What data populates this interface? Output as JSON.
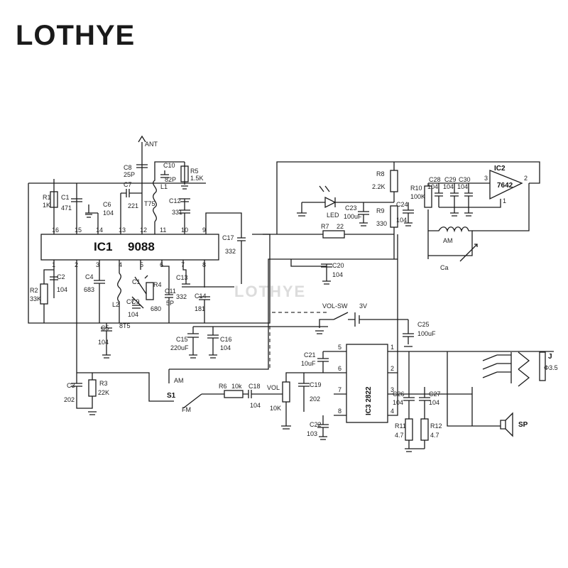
{
  "brand": "LOTHYE",
  "watermark": "LOTHYE",
  "ic1": {
    "name": "IC1",
    "part": "9088",
    "pins": [
      "16",
      "15",
      "14",
      "13",
      "12",
      "11",
      "10",
      "9",
      "1",
      "2",
      "3",
      "4",
      "5",
      "6",
      "7",
      "8"
    ]
  },
  "ic2": {
    "name": "IC2",
    "part": "7642",
    "pins": [
      "3",
      "2",
      "1"
    ]
  },
  "ic3": {
    "name": "IC3 2822",
    "pins": [
      "5",
      "6",
      "7",
      "8",
      "1",
      "2",
      "3",
      "4"
    ]
  },
  "antenna": "ANT",
  "resistors": [
    {
      "ref": "R1",
      "val": "1K"
    },
    {
      "ref": "R2",
      "val": "33K"
    },
    {
      "ref": "R3",
      "val": "22K"
    },
    {
      "ref": "R4",
      "val": "680"
    },
    {
      "ref": "R5",
      "val": "1.5K"
    },
    {
      "ref": "R6",
      "val": "10k"
    },
    {
      "ref": "R7",
      "val": "22"
    },
    {
      "ref": "R8",
      "val": "2.2K"
    },
    {
      "ref": "R9",
      "val": "330"
    },
    {
      "ref": "R10",
      "val": "100K"
    },
    {
      "ref": "R11",
      "val": "4.7"
    },
    {
      "ref": "R12",
      "val": "4.7"
    }
  ],
  "capacitors": [
    {
      "ref": "C1",
      "val": "471"
    },
    {
      "ref": "C2",
      "val": "104"
    },
    {
      "ref": "C3",
      "val": "202"
    },
    {
      "ref": "C4",
      "val": "683"
    },
    {
      "ref": "C5",
      "val": "104"
    },
    {
      "ref": "C6",
      "val": "104"
    },
    {
      "ref": "C7",
      "val": "221"
    },
    {
      "ref": "C8",
      "val": "25P"
    },
    {
      "ref": "C9",
      "val": "104"
    },
    {
      "ref": "C10",
      "val": "82P"
    },
    {
      "ref": "C11",
      "val": "5P"
    },
    {
      "ref": "C12",
      "val": "331"
    },
    {
      "ref": "C13",
      "val": "332"
    },
    {
      "ref": "C14",
      "val": "181"
    },
    {
      "ref": "C15",
      "val": "220uF"
    },
    {
      "ref": "C16",
      "val": "104"
    },
    {
      "ref": "C17",
      "val": "332"
    },
    {
      "ref": "C18",
      "val": "104"
    },
    {
      "ref": "C19",
      "val": "202"
    },
    {
      "ref": "C20",
      "val": "104"
    },
    {
      "ref": "C21",
      "val": "10uF"
    },
    {
      "ref": "C22",
      "val": "103"
    },
    {
      "ref": "C23",
      "val": "100uF"
    },
    {
      "ref": "C24",
      "val": "104"
    },
    {
      "ref": "C25",
      "val": "100uF"
    },
    {
      "ref": "C26",
      "val": "104"
    },
    {
      "ref": "C27",
      "val": "104"
    },
    {
      "ref": "C28",
      "val": "104"
    },
    {
      "ref": "C29",
      "val": "104"
    },
    {
      "ref": "C30",
      "val": "104"
    }
  ],
  "inductors": [
    {
      "ref": "L1",
      "val": "T75"
    },
    {
      "ref": "L2",
      "val": "8T5"
    }
  ],
  "labels": {
    "led": "LED",
    "vol_sw": "VOL-SW",
    "v3": "3V",
    "am": "AM",
    "fm": "FM",
    "s1": "S1",
    "vol": "VOL",
    "vol_val": "10K",
    "sp": "SP",
    "jack": "J",
    "jack_val": "Φ3.5",
    "am_coil": "AM",
    "ca": "Ca",
    "c1_var": "C1",
    "c7_var": "C7"
  }
}
